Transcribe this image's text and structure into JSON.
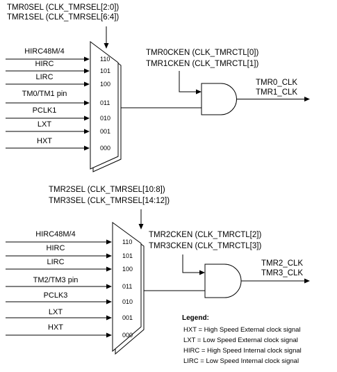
{
  "blocks": [
    {
      "sel_lines": [
        "TMR0SEL (CLK_TMRSEL[2:0])",
        "TMR1SEL (CLK_TMRSEL[6:4])"
      ],
      "inputs": [
        "HIRC48M/4",
        "HIRC",
        "LIRC",
        "TM0/TM1 pin",
        "PCLK1",
        "LXT",
        "HXT"
      ],
      "codes": [
        "110",
        "101",
        "100",
        "011",
        "010",
        "001",
        "000"
      ],
      "en_lines": [
        "TMR0CKEN (CLK_TMRCTL[0])",
        "TMR1CKEN (CLK_TMRCTL[1])"
      ],
      "out_lines": [
        "TMR0_CLK",
        "TMR1_CLK"
      ]
    },
    {
      "sel_lines": [
        "TMR2SEL (CLK_TMRSEL[10:8])",
        "TMR3SEL (CLK_TMRSEL[14:12])"
      ],
      "inputs": [
        "HIRC48M/4",
        "HIRC",
        "LIRC",
        "TM2/TM3 pin",
        "PCLK3",
        "LXT",
        "HXT"
      ],
      "codes": [
        "110",
        "101",
        "100",
        "011",
        "010",
        "001",
        "000"
      ],
      "en_lines": [
        "TMR2CKEN (CLK_TMRCTL[2])",
        "TMR3CKEN (CLK_TMRCTL[3])"
      ],
      "out_lines": [
        "TMR2_CLK",
        "TMR3_CLK"
      ]
    }
  ],
  "legend": {
    "title": "Legend:",
    "items": [
      "HXT = High Speed External clock signal",
      "LXT =  Low Speed External clock signal",
      "HIRC = High Speed Internal clock signal",
      "LIRC = Low Speed Internal clock signal"
    ]
  }
}
